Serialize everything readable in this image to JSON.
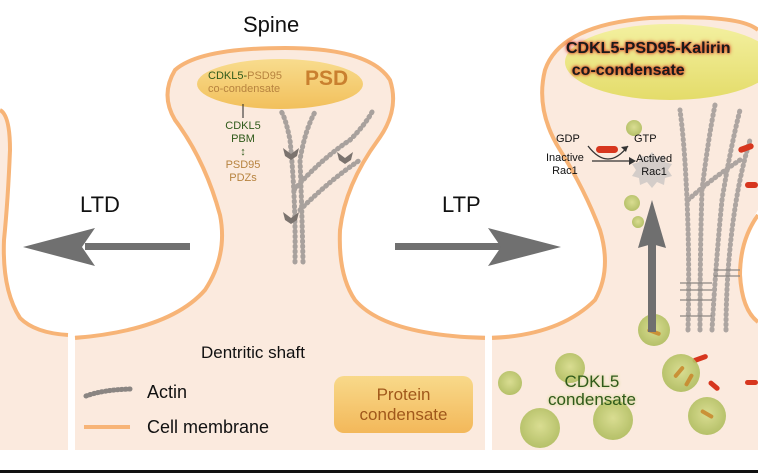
{
  "panel_middle": {
    "title": "Spine",
    "psd_label": "PSD",
    "cocondensate_line1_part1": "CDKL5-",
    "cocondensate_line1_part2": "PSD95",
    "cocondensate_line2": "co-condensate",
    "interaction": {
      "cdkl5": "CDKL5",
      "pbm": "PBM",
      "arrow": "↕",
      "psd95": "PSD95",
      "pdzs": "PDZs"
    },
    "shaft_label": "Dentritic shaft"
  },
  "transitions": {
    "ltd_label": "LTD",
    "ltp_label": "LTP"
  },
  "panel_right": {
    "cocondensate_line1": "CDKL5-PSD95-Kalirin",
    "cocondensate_line2": "co-condensate",
    "rac": {
      "gdp": "GDP",
      "gtp": "GTP",
      "inactive_line1": "Inactive",
      "inactive_line2": "Rac1",
      "active_line1": "Actived",
      "active_line2": "Rac1"
    },
    "cdkl5_condensate_line1": "CDKL5",
    "cdkl5_condensate_line2": "condensate"
  },
  "legend": {
    "actin": "Actin",
    "membrane": "Cell membrane",
    "protein_condensate_line1": "Protein",
    "protein_condensate_line2": "condensate"
  },
  "colors": {
    "membrane": "#f7b477",
    "cytoplasm": "#fbeade",
    "condensate": "#f5cf72",
    "arrow": "#707070",
    "cdkl5_green": "#2f5a1a",
    "psd95_tan": "#b7833f",
    "kalirin_red": "#d7361e",
    "cdkl5_droplet": "#b7c36a"
  }
}
